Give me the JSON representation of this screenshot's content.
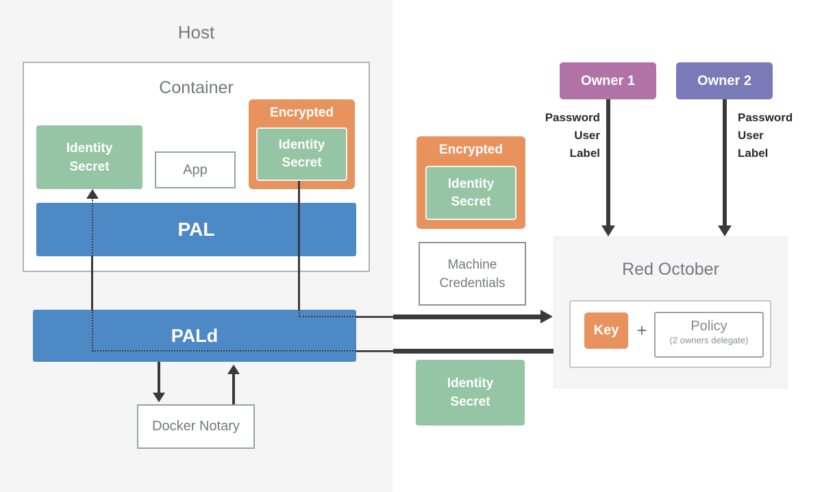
{
  "colors": {
    "blue": "#4d89c4",
    "green": "#95c5a4",
    "orange": "#e8925e",
    "mauve": "#b173a6",
    "violet": "#7a7ab8",
    "panel_background": "#f5f5f6",
    "gray_text": "#76787b",
    "arrow_dark": "#3a3a3c"
  },
  "host": {
    "title": "Host",
    "container": {
      "title": "Container",
      "identity_secret": {
        "line1": "Identity",
        "line2": "Secret"
      },
      "app": "App",
      "encrypted": {
        "title": "Encrypted",
        "identity_secret": {
          "line1": "Identity",
          "line2": "Secret"
        }
      }
    },
    "pal": "PAL",
    "pald": "PALd",
    "docker_notary": "Docker Notary"
  },
  "middle": {
    "encrypted": {
      "title": "Encrypted",
      "identity_secret": {
        "line1": "Identity",
        "line2": "Secret"
      }
    },
    "machine_credentials": {
      "line1": "Machine",
      "line2": "Credentials"
    },
    "identity_secret": {
      "line1": "Identity",
      "line2": "Secret"
    }
  },
  "right": {
    "owner1": {
      "label": "Owner 1",
      "annotation": {
        "line1": "Password",
        "line2": "User",
        "line3": "Label"
      }
    },
    "owner2": {
      "label": "Owner 2",
      "annotation": {
        "line1": "Password",
        "line2": "User",
        "line3": "Label"
      }
    },
    "red_october": {
      "title": "Red October",
      "key": "Key",
      "plus": "+",
      "policy": {
        "title": "Policy",
        "subtitle": "(2 owners delegate)"
      }
    }
  }
}
